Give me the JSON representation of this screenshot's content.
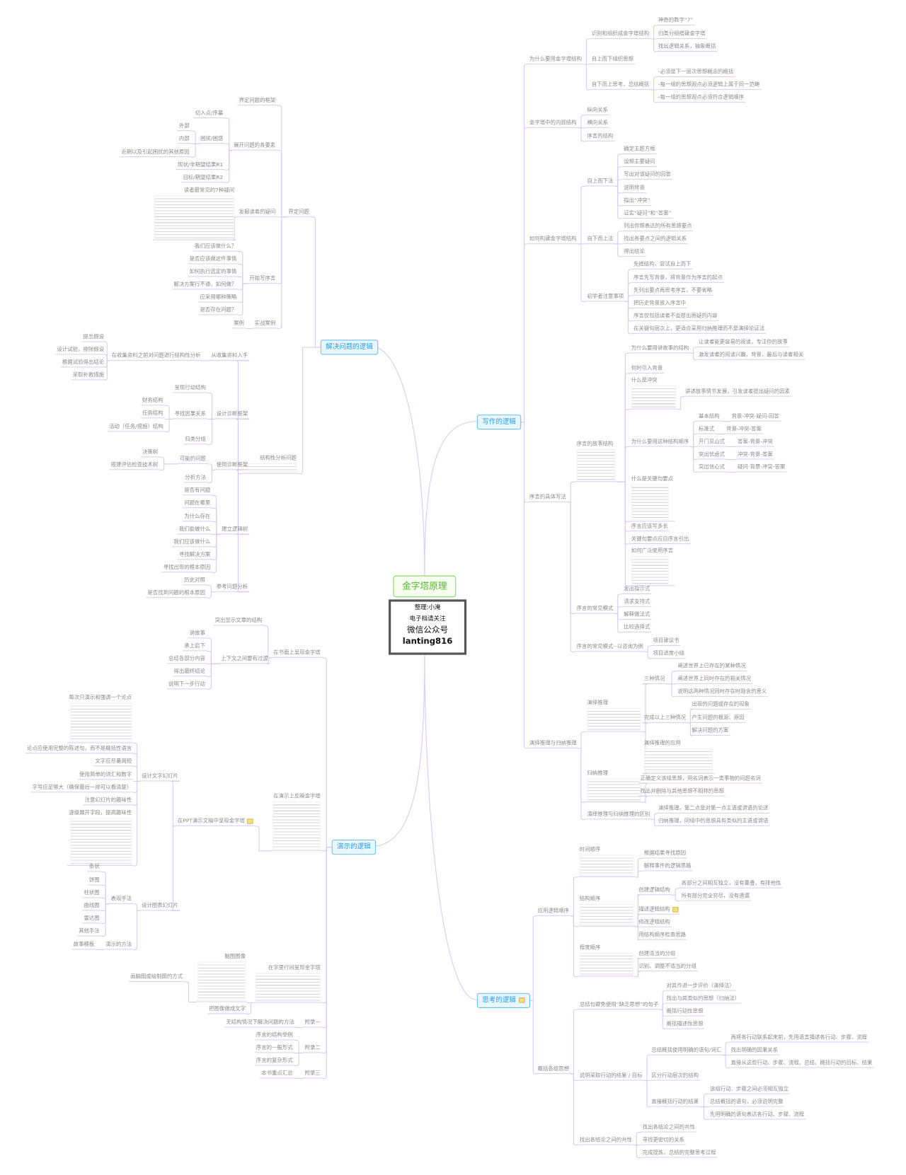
{
  "root": {
    "title": "金字塔原理"
  },
  "watermark": {
    "line1": "整理:小淹",
    "line2": "电子档请关注",
    "line3": "微信公众号",
    "line4": "lanting816"
  },
  "colors": {
    "root_border": "#86d660",
    "branch_border": "#6cc0f0",
    "branch_text": "#2a9de0",
    "connector": "#d9c9f2"
  },
  "branches": {
    "writing": {
      "label": "写作的逻辑",
      "children": [
        {
          "label": "为什么要用金字塔结构",
          "children": [
            {
              "label": "识别和组织成金字塔结构",
              "children": [
                {
                  "label": "神奇的数字“7”"
                },
                {
                  "label": "归类分组搭建金字塔"
                },
                {
                  "label": "找出逻辑关系，抽象概括"
                }
              ]
            },
            {
              "label": "自上而下组织思想"
            },
            {
              "label": "自下而上思考，总结概括",
              "children": [
                {
                  "label": "-必须是下一层次思想概念的概括"
                },
                {
                  "label": "-每一组的思想观点必须逻辑上属于同一范畴"
                },
                {
                  "label": "-每一组的思想观点必须符合逻辑顺序"
                }
              ]
            }
          ]
        },
        {
          "label": "金字塔中的内部结构",
          "children": [
            {
              "label": "纵向关系"
            },
            {
              "label": "横向关系"
            },
            {
              "label": "序言的结构"
            }
          ]
        },
        {
          "label": "如何构建金字塔结构",
          "children": [
            {
              "label": "自上而下法",
              "children": [
                {
                  "label": "确定主题方框"
                },
                {
                  "label": "设想主要疑问"
                },
                {
                  "label": "写出对该疑问的回答"
                },
                {
                  "label": "说明背景"
                },
                {
                  "label": "指出“冲突”"
                },
                {
                  "label": "证实“疑问”和“答案”"
                }
              ]
            },
            {
              "label": "自下而上法",
              "children": [
                {
                  "label": "列出你想表达的所有思想要点"
                },
                {
                  "label": "找出各要点之间的逻辑关系"
                },
                {
                  "label": "得出结论"
                }
              ]
            },
            {
              "label": "初学者注意事项",
              "children": [
                {
                  "label": "先搭结构，尝试自上而下"
                },
                {
                  "label": "序言先写背景，将背景作为序言的起点"
                },
                {
                  "label": "先列出要点再思考序言，不要省略"
                },
                {
                  "label": "把历史背景放入序言中"
                },
                {
                  "label": "序言仅包括读者不会提出质疑的内容"
                },
                {
                  "label": "在关键句层次上，更适合采用归纳推理而不是演绎论证法"
                }
              ]
            }
          ]
        },
        {
          "label": "序言的具体写法",
          "children": [
            {
              "label": "序言的故事结构",
              "children": [
                {
                  "label": "为什么要用讲故事的结构",
                  "children": [
                    {
                      "label": "让读者能更容易的阅读，专注你的故事"
                    },
                    {
                      "label": "激发读者的阅读兴趣，背景，最后与读者相关"
                    }
                  ]
                },
                {
                  "label": "何时引入背景"
                },
                {
                  "label": "什么是冲突",
                  "children": [
                    {
                      "label": "讲述故事情节发展，引发读者提出疑问的因素"
                    }
                  ]
                },
                {
                  "label": "为什么要用这种结构顺序",
                  "children": [
                    {
                      "label": "基本结构",
                      "children": [
                        {
                          "label": "背景-冲突-疑问-回答"
                        }
                      ]
                    },
                    {
                      "label": "标准式",
                      "children": [
                        {
                          "label": "背景-冲突-答案"
                        }
                      ]
                    },
                    {
                      "label": "开门见山式",
                      "children": [
                        {
                          "label": "答案-背景-冲突"
                        }
                      ]
                    },
                    {
                      "label": "突出忧虑式",
                      "children": [
                        {
                          "label": "冲突-背景-答案"
                        }
                      ]
                    },
                    {
                      "label": "突出信心式",
                      "children": [
                        {
                          "label": "疑问-背景-冲突-答案"
                        }
                      ]
                    }
                  ]
                },
                {
                  "label": "什么是关键句要点"
                },
                {
                  "label": "序言应该写多长"
                },
                {
                  "label": "关键句要点应自序言引出"
                },
                {
                  "label": "如何广泛使用序言"
                }
              ]
            },
            {
              "label": "序言的常见模式",
              "children": [
                {
                  "label": "发出指示式"
                },
                {
                  "label": "请求支持式"
                },
                {
                  "label": "解释做法式"
                },
                {
                  "label": "比较选择式"
                }
              ]
            },
            {
              "label": "序言的常见模式--以咨询为例",
              "children": [
                {
                  "label": "项目建议书"
                },
                {
                  "label": "项目进度小结"
                }
              ]
            }
          ]
        },
        {
          "label": "演绎推理与归纳推理",
          "children": [
            {
              "label": "演绎推理",
              "children": [
                {
                  "label": "三种情况",
                  "children": [
                    {
                      "label": "阐述世界上已存在的某种情况"
                    },
                    {
                      "label": "阐述世界上同时存在的相关情况"
                    },
                    {
                      "label": "说明这两种情况同时存在时隐含的意义"
                    }
                  ]
                },
                {
                  "label": "完成以上三种情况",
                  "children": [
                    {
                      "label": "出现的问题或存在的现象"
                    },
                    {
                      "label": "产生问题的根源、原因"
                    },
                    {
                      "label": "解决问题的方案"
                    }
                  ]
                },
                {
                  "label": "演绎推理的应用"
                }
              ]
            },
            {
              "label": "归纳推理",
              "children": [
                {
                  "label": "正确定义该组思想，用名词表示一类事物的问题名词"
                },
                {
                  "label": "找出并删除与其他思想不相称的思想"
                }
              ]
            },
            {
              "label": "演绎推理与归纳推理的区别",
              "children": [
                {
                  "label": "演绎推理，第二点是对第一点主语或谓语的论述"
                },
                {
                  "label": "归纳推理，同组中的思想具有类似的主语或谓语"
                }
              ]
            }
          ]
        }
      ]
    },
    "thinking": {
      "label": "思考的逻辑",
      "children": [
        {
          "label": "应用逻辑顺序",
          "children": [
            {
              "label": "时间顺序",
              "children": [
                {
                  "label": "根据结果寻找原因"
                },
                {
                  "label": "解释事件的逻辑思路"
                }
              ]
            },
            {
              "label": "结构顺序",
              "children": [
                {
                  "label": "创建逻辑结构",
                  "children": [
                    {
                      "label": "各部分之间相互独立，没有重叠，有排他性"
                    },
                    {
                      "label": "所有部分完全穷尽，没有遗漏"
                    }
                  ]
                },
                {
                  "label": "描述逻辑结构"
                },
                {
                  "label": "修改逻辑结构"
                },
                {
                  "label": "用结构顺序检查思路"
                }
              ]
            },
            {
              "label": "程度顺序",
              "children": [
                {
                  "label": "创建适当的分组"
                },
                {
                  "label": "识别、调整不适当的分组"
                }
              ]
            }
          ]
        },
        {
          "label": "概括各组思想",
          "children": [
            {
              "label": "总结句避免使用“缺乏思想”的句子",
              "children": [
                {
                  "label": "对其作进一步评价（演绎法）"
                },
                {
                  "label": "找出与其类似的思想（归纳法）"
                },
                {
                  "label": "概括行动性思想"
                },
                {
                  "label": "概括描述性思想"
                }
              ]
            },
            {
              "label": "说明采取行动的结果 / 目标",
              "children": [
                {
                  "label": "总结概括使用明确的语句/词汇",
                  "children": [
                    {
                      "label": "再将各行动联系起来前，先用语言描述各行动、步骤、流程"
                    },
                    {
                      "label": "找出明确的因果关系"
                    },
                    {
                      "label": "直接从这些行动、步骤、流程、总结、概括行动的目标、结果"
                    }
                  ]
                },
                {
                  "label": "区分行动层次的结构"
                },
                {
                  "label": "直接概括行动的结果",
                  "children": [
                    {
                      "label": "该组行动、步骤之间必须相互独立"
                    },
                    {
                      "label": "总结概括的语句，必须说明完整"
                    },
                    {
                      "label": "先用明确的语句表达各行动、步骤、流程"
                    }
                  ]
                }
              ]
            },
            {
              "label": "找出各结论之间的共性",
              "children": [
                {
                  "label": "找出各结论之间的共性"
                },
                {
                  "label": "寻找更密切的关系"
                },
                {
                  "label": "完成提炼，总结的完整思考过程"
                }
              ]
            }
          ]
        }
      ]
    },
    "problem": {
      "label": "解决问题的逻辑",
      "children": [
        {
          "label": "界定问题",
          "children": [
            {
              "label": "界定问题的框架"
            },
            {
              "label": "展开问题的各要素",
              "children": [
                {
                  "label": "切入点/序幕"
                },
                {
                  "label": "困扰/困惑",
                  "children": [
                    {
                      "label": "外部"
                    },
                    {
                      "label": "内部"
                    },
                    {
                      "label": "近期以及引起困扰的其他原因"
                    }
                  ]
                },
                {
                  "label": "现状/非期望结果R1"
                },
                {
                  "label": "目标/期望结果R2"
                }
              ]
            },
            {
              "label": "发掘读者的疑问",
              "children": [
                {
                  "label": "读者最常见的7种疑问"
                }
              ]
            },
            {
              "label": "开始写序言",
              "children": [
                {
                  "label": "我们应该做什么？"
                },
                {
                  "label": "是否应该做这件事情"
                },
                {
                  "label": "如何执行选定的事情"
                },
                {
                  "label": "解决方案行不通，如何做？"
                },
                {
                  "label": "应采用哪种策略"
                },
                {
                  "label": "是否存在问题？"
                }
              ]
            },
            {
              "label": "实战案例",
              "children": [
                {
                  "label": "案例"
                }
              ]
            }
          ]
        },
        {
          "label": "结构性分析问题",
          "children": [
            {
              "label": "从收集资料入手",
              "children": [
                {
                  "label": "在收集资料之前对问题进行结构性分析",
                  "children": [
                    {
                      "label": "提出假设"
                    },
                    {
                      "label": "设计试验，排除假设"
                    },
                    {
                      "label": "根据试验得出结论"
                    },
                    {
                      "label": "采取补救措施"
                    }
                  ]
                }
              ]
            },
            {
              "label": "设计诊断框架",
              "children": [
                {
                  "label": "呈现行动结构"
                },
                {
                  "label": "寻找因果关系",
                  "children": [
                    {
                      "label": "财务结构"
                    },
                    {
                      "label": "任务结构"
                    },
                    {
                      "label": "活动（任务/措施）结构"
                    }
                  ]
                },
                {
                  "label": "归类分组"
                }
              ]
            },
            {
              "label": "使用诊断框架",
              "children": [
                {
                  "label": "可能的问题",
                  "children": [
                    {
                      "label": "决策树"
                    },
                    {
                      "label": "搭建评估检查技术树"
                    }
                  ]
                },
                {
                  "label": "分析方法"
                }
              ]
            },
            {
              "label": "建立逻辑树",
              "children": [
                {
                  "label": "是否有问题"
                },
                {
                  "label": "问题在哪里"
                },
                {
                  "label": "为什么存在"
                },
                {
                  "label": "我们能做什么"
                },
                {
                  "label": "我们应该做什么"
                },
                {
                  "label": "寻找解决方案"
                },
                {
                  "label": "寻找出现的根本原因"
                }
              ]
            },
            {
              "label": "参考问题分析",
              "children": [
                {
                  "label": "历史对照"
                },
                {
                  "label": "是否找到问题的根本原因"
                }
              ]
            }
          ]
        }
      ]
    },
    "presentation": {
      "label": "演示的逻辑",
      "children": [
        {
          "label": "在书面上呈现金字塔",
          "children": [
            {
              "label": "突出显示文章的结构"
            },
            {
              "label": "上下文之间要有过渡",
              "children": [
                {
                  "label": "讲故事"
                },
                {
                  "label": "承上启下"
                },
                {
                  "label": "总结各部分内容"
                },
                {
                  "label": "得出最终结论"
                },
                {
                  "label": "说明下一步行动"
                }
              ]
            }
          ]
        },
        {
          "label": "在演示上反映金字塔",
          "children": [
            {
              "label": "在PPT演示文稿中呈现金字塔",
              "children": [
                {
                  "label": "设计文字幻灯片",
                  "children": [
                    {
                      "label": "每次只演示和强调一个论点"
                    },
                    {
                      "label": "论点应使用完整的陈述句，而不是概括性语言"
                    },
                    {
                      "label": "文字应尽量简短"
                    },
                    {
                      "label": "使用简单的词汇和数字"
                    },
                    {
                      "label": "字号应足够大（确保最后一排可以看清楚）"
                    },
                    {
                      "label": "注意幻灯片的趣味性"
                    },
                    {
                      "label": "逐级展开字段，提高趣味性"
                    }
                  ]
                },
                {
                  "label": "设计图表幻灯片",
                  "children": [
                    {
                      "label": "表现手法",
                      "children": [
                        {
                          "label": "条状"
                        },
                        {
                          "label": "饼图"
                        },
                        {
                          "label": "柱状图"
                        },
                        {
                          "label": "曲线图"
                        },
                        {
                          "label": "雷达图"
                        },
                        {
                          "label": "其他手法"
                        }
                      ]
                    },
                    {
                      "label": "演示的方法",
                      "children": [
                        {
                          "label": "故事模板"
                        }
                      ]
                    }
                  ]
                }
              ]
            }
          ]
        },
        {
          "label": "在字里行间呈现金字塔",
          "children": [
            {
              "label": "脑图图像",
              "children": [
                {
                  "label": "画脑图或绘制图的方式"
                }
              ]
            },
            {
              "label": "把图像做成文字"
            }
          ]
        },
        {
          "label": "附录一",
          "children": [
            {
              "label": "无结构情况下解决问题的方法"
            }
          ]
        },
        {
          "label": "附录二",
          "children": [
            {
              "label": "序言的结构举例"
            },
            {
              "label": "序言的一般形式"
            },
            {
              "label": "序言的复杂形式"
            }
          ]
        },
        {
          "label": "附录三",
          "children": [
            {
              "label": "本书重点汇总"
            }
          ]
        }
      ]
    }
  }
}
